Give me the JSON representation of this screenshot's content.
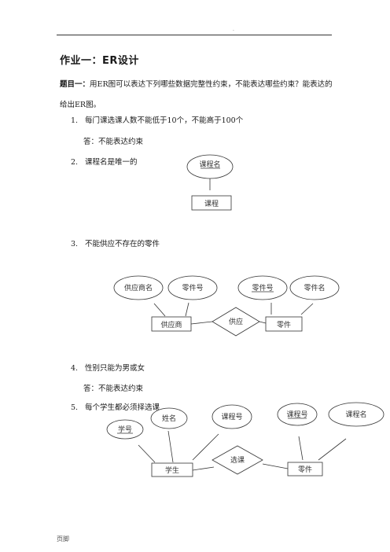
{
  "header": {
    "mark": "."
  },
  "title": "作业一：ER设计",
  "question": {
    "label": "题目一：",
    "text": "用ER图可以表达下列哪些数据完整性约束，不能表达哪些约束？能表达的给出ER图。"
  },
  "items": [
    {
      "num": "1.",
      "text": "每门课选课人数不能低于10个，不能高于100个",
      "answer": "答：不能表达约束"
    },
    {
      "num": "2.",
      "text": "课程名是唯一的"
    },
    {
      "num": "3.",
      "text": "不能供应不存在的零件"
    },
    {
      "num": "4.",
      "text": "性别只能为男或女",
      "answer": "答：不能表达约束"
    },
    {
      "num": "5.",
      "text": "每个学生都必须择选课"
    }
  ],
  "diagram2": {
    "attribute": "课程名",
    "entity": "课程"
  },
  "diagram3": {
    "attributes": [
      "供应商名",
      "零件号",
      "零件号",
      "零件名"
    ],
    "entities": [
      "供应商",
      "零件"
    ],
    "relationship": "供应"
  },
  "diagram5": {
    "attributes": [
      "学号",
      "姓名",
      "课程号",
      "课程号",
      "课程名"
    ],
    "entities": [
      "学生",
      "零件"
    ],
    "relationship": "选课"
  },
  "footer": "页脚"
}
